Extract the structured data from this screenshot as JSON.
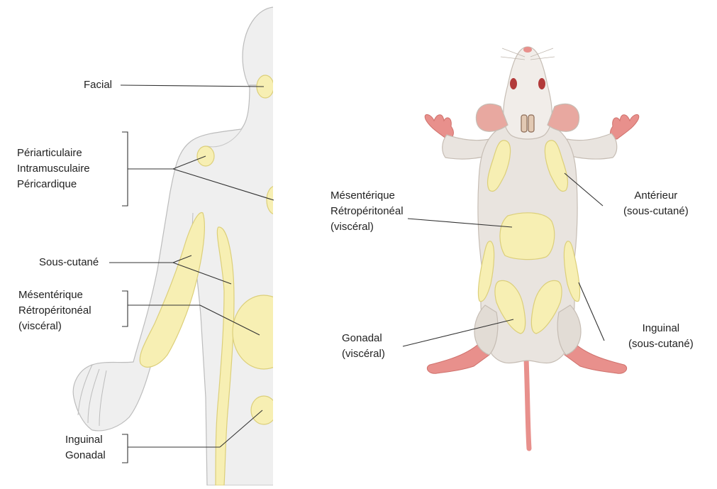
{
  "human_panel": {
    "labels": {
      "facial": "Facial",
      "periarticulaire": "Périarticulaire",
      "intramusculaire": "Intramusculaire",
      "pericardique": "Péricardique",
      "sous_cutane": "Sous-cutané",
      "mesenterique": "Mésentérique",
      "retroperitoneal": "Rétropéritonéal",
      "visceral": "(viscéral)",
      "inguinal": "Inguinal",
      "gonadal": "Gonadal"
    }
  },
  "mouse_panel": {
    "labels": {
      "mesenterique": "Mésentérique",
      "retroperitoneal": "Rétropéritonéal",
      "visceral": "(viscéral)",
      "anterieur": "Antérieur",
      "anterieur_sub": "(sous-cutané)",
      "gonadal": "Gonadal",
      "gonadal_sub": "(viscéral)",
      "inguinal": "Inguinal",
      "inguinal_sub": "(sous-cutané)"
    }
  },
  "colors": {
    "fat": "#f7efb3",
    "fat_stroke": "#dccf7a",
    "human_skin": "#efefef",
    "human_outline": "#bcbcbc",
    "mouse_body": "#e9e4df",
    "mouse_outline": "#c6bdb4",
    "mouse_pink": "#e8908c",
    "leader_line": "#333333"
  }
}
